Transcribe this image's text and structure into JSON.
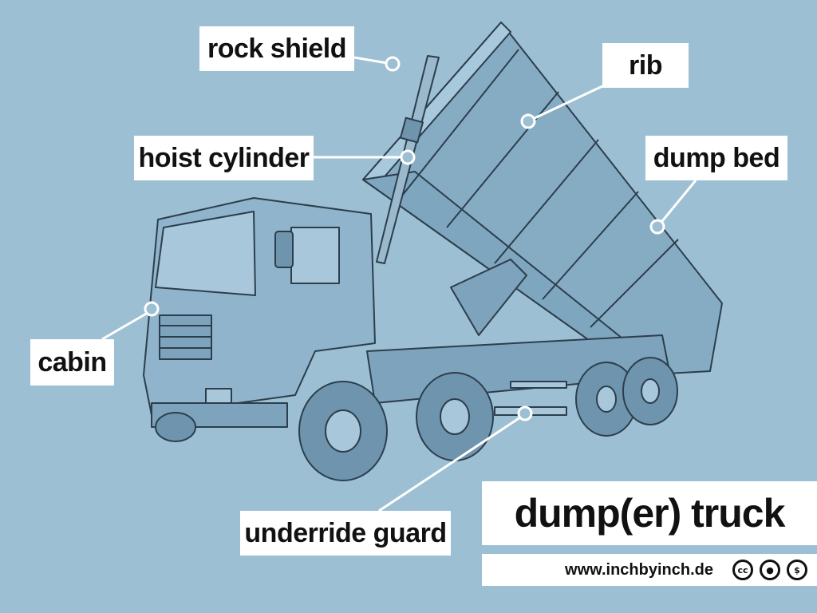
{
  "labels": {
    "rock_shield": "rock shield",
    "hoist_cylinder": "hoist cylinder",
    "rib": "rib",
    "dump_bed": "dump bed",
    "cabin": "cabin",
    "underride_guard": "underride guard"
  },
  "title": "dump(er) truck",
  "credit": {
    "url": "www.inchbyinch.de",
    "license_icons": [
      "cc-icon",
      "attribution-icon",
      "noncommercial-icon"
    ]
  },
  "colors": {
    "background": "#9dbfd3",
    "label_background": "#ffffff",
    "truck_fill": "#8fb4cb",
    "outline": "#2c3e4c"
  }
}
